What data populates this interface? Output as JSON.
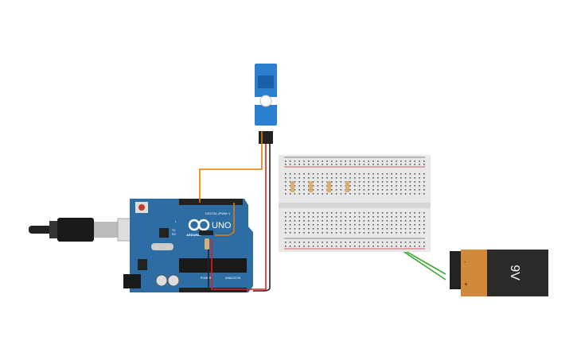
{
  "arduino": {
    "brand": "ARDUINO",
    "model": "UNO",
    "digital_label": "DIGITAL (PWM~)",
    "power_label": "POWER",
    "analog_label": "ANALOG IN",
    "tx_label": "TX",
    "rx_label": "RX",
    "l_label": "L"
  },
  "battery": {
    "label": "9V",
    "minus": "-",
    "plus": "+"
  },
  "colors": {
    "board": "#2e6da4",
    "servo": "#2a7fd0",
    "wire_orange": "#e07b00",
    "wire_red": "#e02020",
    "wire_black": "#222222",
    "wire_green": "#3aaa35",
    "breadboard": "#e8e8e8"
  }
}
